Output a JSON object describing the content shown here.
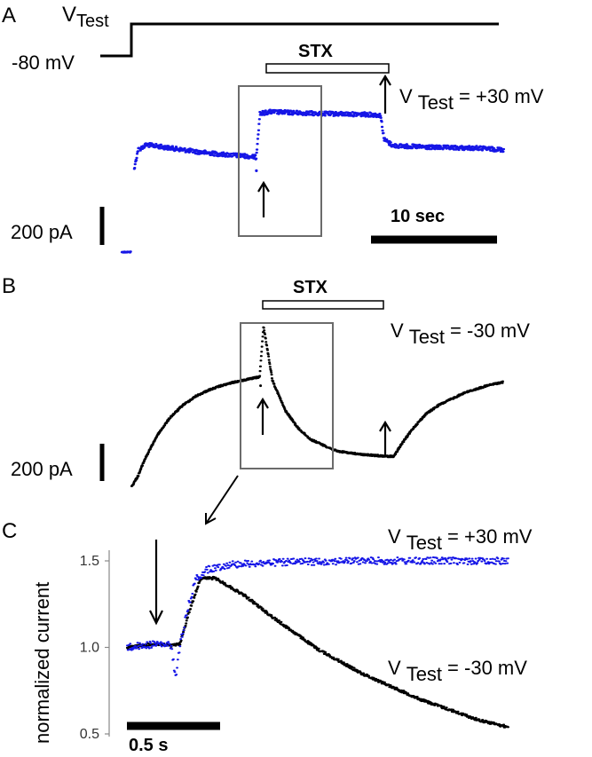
{
  "colors": {
    "blue": "#1515e6",
    "black": "#000000",
    "box": "#6b6b6b"
  },
  "panels": {
    "A": {
      "letter": "A",
      "vtest_label": "V",
      "vtest_sub": "Test",
      "hold_label": "-80 mV",
      "drug": "STX",
      "arrow_v": "V",
      "arrow_sub": "Test",
      "arrow_val": "= +30 mV",
      "scale_amp": "200 pA",
      "scale_time": "10 sec"
    },
    "B": {
      "letter": "B",
      "drug": "STX",
      "v": "V",
      "sub": "Test",
      "val": "= -30 mV",
      "scale_amp": "200 pA"
    },
    "C": {
      "letter": "C",
      "ylabel": "normalized current",
      "yticks": [
        "1.5",
        "1.0",
        "0.5"
      ],
      "scale_time": "0.5 s",
      "label1_v": "V",
      "label1_sub": "Test",
      "label1_val": "= +30 mV",
      "label2_v": "V",
      "label2_sub": "Test",
      "label2_val": "= -30 mV"
    }
  },
  "chart_data": [
    {
      "type": "line",
      "panel": "A",
      "series": [
        {
          "name": "",
          "color": "#1515e6",
          "x": [
            -1,
            -0.3,
            0,
            0.3,
            1,
            3,
            5,
            7,
            9,
            9.9,
            10.2,
            11,
            15,
            19,
            20,
            20.3,
            21,
            24,
            28,
            30
          ],
          "y": [
            0,
            0,
            480,
            590,
            620,
            600,
            580,
            565,
            555,
            548,
            800,
            810,
            800,
            795,
            790,
            650,
            615,
            605,
            600,
            590
          ]
        }
      ],
      "ylim": [
        -50,
        900
      ]
    },
    {
      "type": "line",
      "panel": "B",
      "series": [
        {
          "name": "",
          "color": "#000000",
          "x": [
            0,
            0.5,
            1,
            2,
            3,
            4,
            5,
            6,
            7,
            8,
            9,
            10,
            10.3,
            10.5,
            11,
            12,
            13,
            14,
            16,
            18,
            20,
            20.5,
            21,
            22,
            23,
            24,
            26,
            28,
            29
          ],
          "y": [
            0,
            60,
            150,
            290,
            390,
            460,
            510,
            545,
            570,
            590,
            605,
            620,
            905,
            820,
            600,
            430,
            330,
            265,
            200,
            180,
            170,
            170,
            230,
            330,
            410,
            460,
            530,
            575,
            590
          ]
        }
      ],
      "ylim": [
        -20,
        950
      ]
    },
    {
      "type": "scatter",
      "panel": "C",
      "ylabel": "normalized current",
      "yticks": [
        1.5,
        1.0,
        0.5
      ],
      "ylim": [
        0.45,
        1.6
      ],
      "xlim": [
        0,
        2.9
      ],
      "series": [
        {
          "name": "V Test = +30 mV",
          "color": "#1515e6",
          "x": [
            0,
            0.2,
            0.3,
            0.33,
            0.36,
            0.42,
            0.47,
            0.55,
            0.7,
            1.0,
            1.5,
            2.0,
            2.6
          ],
          "y": [
            1.0,
            1.02,
            1.01,
            0.82,
            1.02,
            1.25,
            1.4,
            1.45,
            1.48,
            1.49,
            1.5,
            1.5,
            1.5
          ]
        },
        {
          "name": "V Test = -30 mV",
          "color": "#000000",
          "x": [
            0,
            0.2,
            0.3,
            0.36,
            0.42,
            0.5,
            0.6,
            0.8,
            1.0,
            1.3,
            1.6,
            2.0,
            2.4,
            2.6
          ],
          "y": [
            1.0,
            1.02,
            1.01,
            1.02,
            1.2,
            1.4,
            1.4,
            1.3,
            1.17,
            0.99,
            0.85,
            0.7,
            0.58,
            0.54
          ]
        }
      ],
      "scale_bar": "0.5 s"
    }
  ]
}
